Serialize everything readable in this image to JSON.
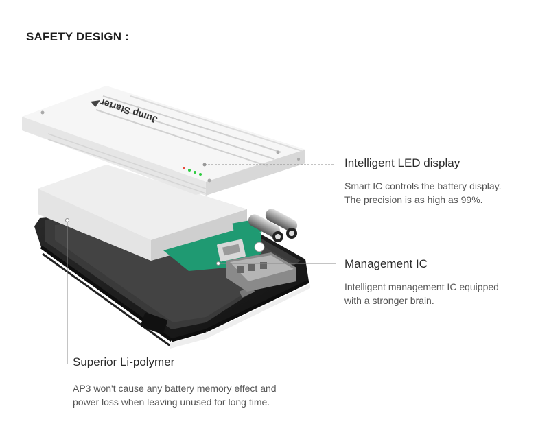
{
  "heading": "SAFETY DESIGN :",
  "product_label": "Jump Starter",
  "callouts": [
    {
      "title": "Intelligent LED  display",
      "lines": [
        "Smart IC controls the battery display.",
        "The precision is as high as 99%."
      ]
    },
    {
      "title": "Management IC",
      "lines": [
        "Intelligent management IC equipped",
        "with a stronger brain."
      ]
    },
    {
      "title": "Superior Li-polymer",
      "lines": [
        "AP3 won't cause any battery memory effect and",
        "power loss when leaving unused for long time."
      ]
    }
  ],
  "colors": {
    "leader_line": "#8a8a8a",
    "pcb": "#1f9a72",
    "led": "#2ecc40",
    "case_dark": "#1b1b1b"
  }
}
